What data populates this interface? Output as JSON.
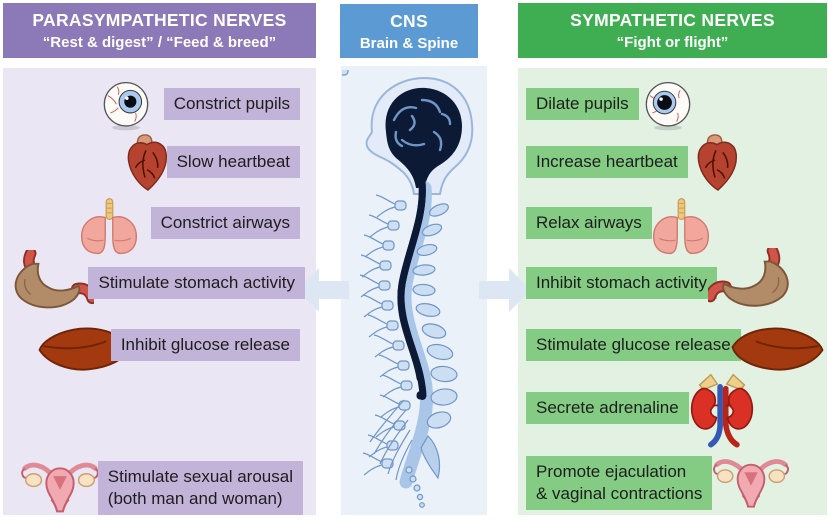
{
  "headers": {
    "left": {
      "title": "PARASYMPATHETIC NERVES",
      "subtitle": "“Rest & digest” / “Feed & breed”"
    },
    "center": {
      "title": "CNS",
      "subtitle": "Brain & Spine"
    },
    "right": {
      "title": "SYMPATHETIC NERVES",
      "subtitle": "“Fight or flight”"
    }
  },
  "parasympathetic": {
    "items": [
      {
        "icon": "eye-icon",
        "label": "Constrict pupils"
      },
      {
        "icon": "heart-icon",
        "label": "Slow heartbeat"
      },
      {
        "icon": "lungs-icon",
        "label": "Constrict airways"
      },
      {
        "icon": "stomach-icon",
        "label": "Stimulate stomach activity"
      },
      {
        "icon": "liver-icon",
        "label": "Inhibit glucose release"
      },
      {
        "icon": "uterus-icon",
        "label": "Stimulate sexual arousal",
        "label2": "(both man and woman)"
      }
    ]
  },
  "sympathetic": {
    "items": [
      {
        "icon": "eye-icon",
        "label": "Dilate pupils"
      },
      {
        "icon": "heart-icon",
        "label": "Increase heartbeat"
      },
      {
        "icon": "lungs-icon",
        "label": "Relax airways"
      },
      {
        "icon": "stomach-icon",
        "label": "Inhibit stomach activity"
      },
      {
        "icon": "liver-icon",
        "label": "Stimulate glucose release"
      },
      {
        "icon": "kidneys-icon",
        "label": "Secrete adrenaline"
      },
      {
        "icon": "uterus-icon",
        "label": "Promote ejaculation",
        "label2": "& vaginal contractions"
      }
    ]
  },
  "cns_illustration": "brain-and-spinal-cord",
  "colors": {
    "parasympathetic_header": "#8c79b7",
    "parasympathetic_panel": "#eae6f3",
    "parasympathetic_tag": "#c2b3d8",
    "cns_header": "#5b9ad2",
    "cns_panel": "#ebf1f9",
    "sympathetic_header": "#3fae53",
    "sympathetic_panel": "#e3f1e3",
    "sympathetic_tag": "#84cc84",
    "arrow": "#dce7f3",
    "header_text": "#ffffff",
    "label_text": "#1d1d1d"
  }
}
